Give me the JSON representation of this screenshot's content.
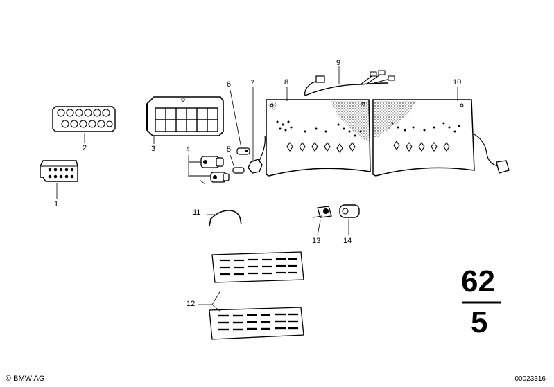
{
  "parts": [
    {
      "id": "part-1",
      "label": "1"
    },
    {
      "id": "part-2",
      "label": "2"
    },
    {
      "id": "part-3",
      "label": "3"
    },
    {
      "id": "part-4",
      "label": "4"
    },
    {
      "id": "part-5",
      "label": "5"
    },
    {
      "id": "part-6",
      "label": "6"
    },
    {
      "id": "part-7",
      "label": "7"
    },
    {
      "id": "part-8",
      "label": "8"
    },
    {
      "id": "part-9",
      "label": "9"
    },
    {
      "id": "part-10",
      "label": "10"
    },
    {
      "id": "part-11",
      "label": "11"
    },
    {
      "id": "part-12",
      "label": "12"
    },
    {
      "id": "part-13",
      "label": "13"
    },
    {
      "id": "part-14",
      "label": "14"
    }
  ],
  "group": {
    "main": "62",
    "sub": "5"
  },
  "footer": {
    "copyright": "© BMW AG",
    "doc_number": "00023316"
  },
  "colors": {
    "ink": "#000000",
    "paper": "#ffffff"
  }
}
